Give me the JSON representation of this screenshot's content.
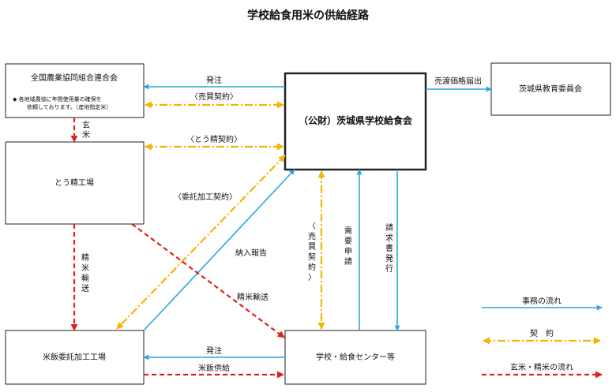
{
  "title": "学校給食用米の供給経路",
  "nodes": {
    "zennoh": {
      "label": "全国農業協同組合連合会",
      "note1": "◆ 各地域農協に年間使用量の確保を",
      "note2": "依頼しております。（産地指定米）"
    },
    "seimai": {
      "label": "とう精工場"
    },
    "hanmai": {
      "label": "米飯委託加工工場"
    },
    "kyushoku": {
      "label": "（公財）茨城県学校給食会"
    },
    "gakko": {
      "label": "学校・給食センター等"
    },
    "kyoiku": {
      "label": "茨城県教育委員会"
    }
  },
  "edges": {
    "hacchu_top": "発注",
    "baibai_top": "〈売買契約〉",
    "uriwatashi": "売渡価格届出",
    "genmai_1": "玄",
    "genmai_2": "米",
    "tousei": "〈とう精契約〉",
    "itaku": "〈委託加工契約〉",
    "nyuuka": "納入報告",
    "seimai_yusou_v": [
      "精",
      "米",
      "輸",
      "送"
    ],
    "seimai_yusou_d": "精米輸送",
    "baibai_v": [
      "〈",
      "売",
      "買",
      "契",
      "約",
      "〉"
    ],
    "juyou": [
      "需",
      "要",
      "申",
      "請"
    ],
    "seikyuu": [
      "請",
      "求",
      "書",
      "発",
      "行"
    ],
    "hacchu_bottom": "発注",
    "hanmai_kyoukyu": "米飯供給"
  },
  "legend": {
    "jimu": "事務の流れ",
    "keiyaku": "契　約",
    "genmai_flow": "玄米・精米の流れ"
  },
  "colors": {
    "jimu": "#29a8df",
    "keiyaku": "#f5b400",
    "genmai_flow": "#e0201b"
  }
}
